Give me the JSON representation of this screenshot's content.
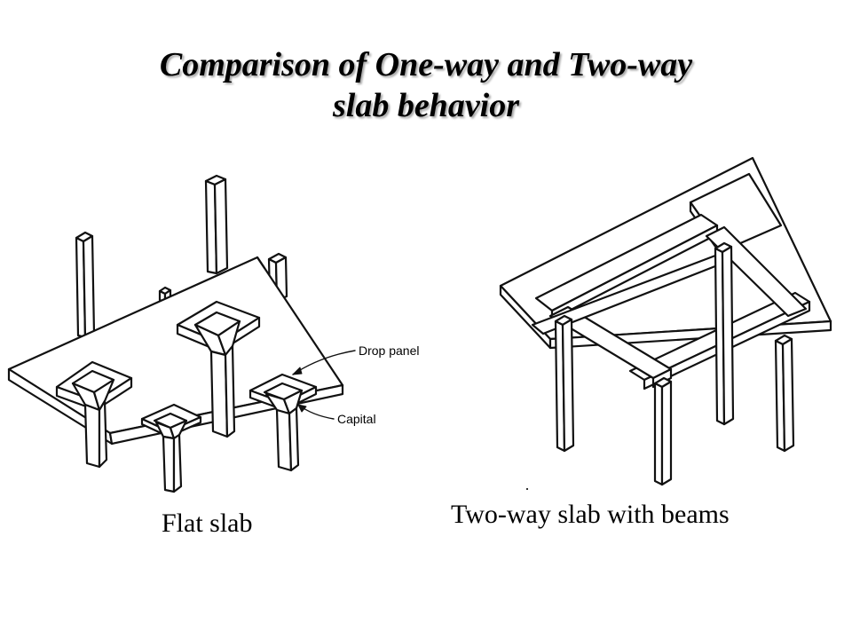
{
  "title": {
    "line1": "Comparison of One-way and Two-way",
    "line2": "slab behavior"
  },
  "figures": {
    "flat_slab": {
      "caption": "Flat slab",
      "labels": {
        "drop_panel": "Drop panel",
        "capital": "Capital"
      }
    },
    "two_way_slab": {
      "caption": "Two-way slab with beams"
    }
  }
}
